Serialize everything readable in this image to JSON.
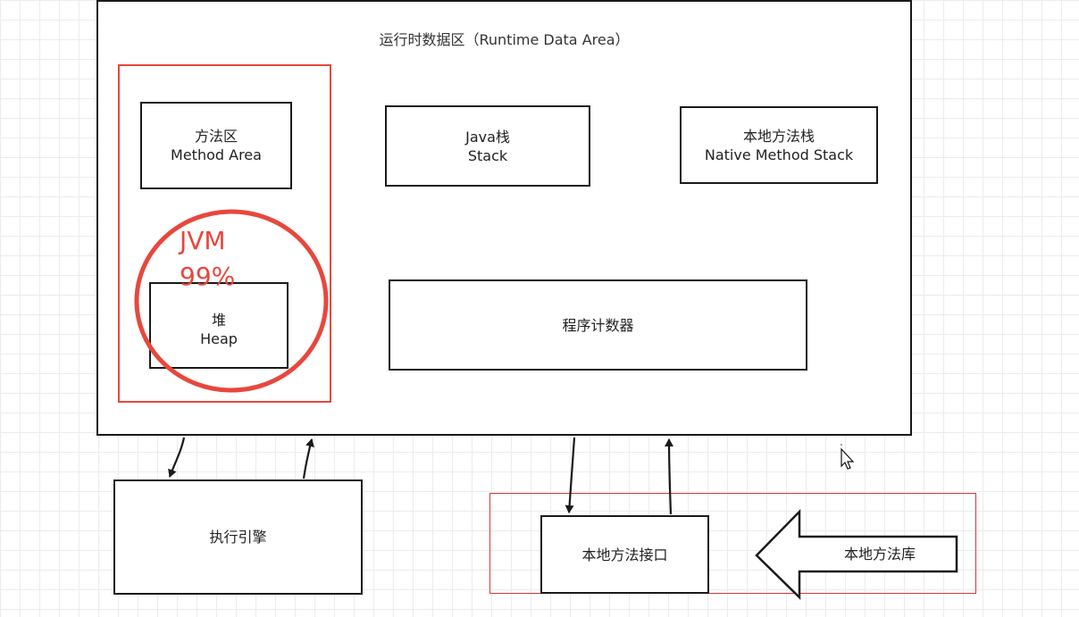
{
  "runtime_area": {
    "title": "运行时数据区（Runtime Data Area）"
  },
  "method_area": {
    "line1": "方法区",
    "line2": "Method Area"
  },
  "java_stack": {
    "line1": "Java栈",
    "line2": "Stack"
  },
  "native_stack": {
    "line1": "本地方法栈",
    "line2": "Native Method Stack"
  },
  "heap": {
    "line1": "堆",
    "line2": "Heap"
  },
  "pc_register": {
    "label": "程序计数器"
  },
  "annotation": {
    "line1": "JVM",
    "line2": "99%",
    "color": "#e8473d"
  },
  "execution_engine": {
    "label": "执行引擎"
  },
  "native_interface": {
    "label": "本地方法接口"
  },
  "native_library": {
    "label": "本地方法库"
  },
  "colors": {
    "highlight_red": "#e8473d",
    "box_border": "#1a1a1a",
    "grid": "#ececec"
  }
}
